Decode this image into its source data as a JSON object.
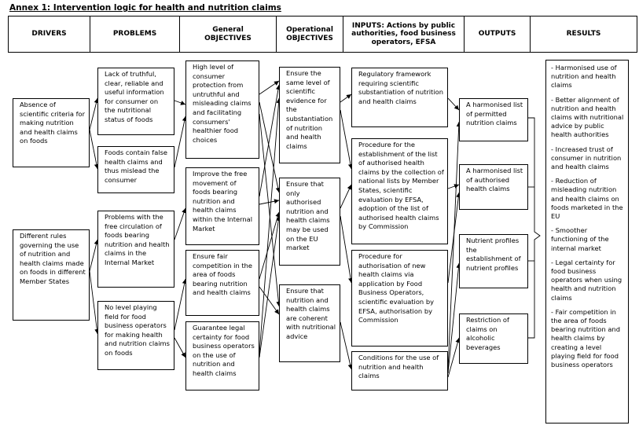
{
  "title": "Annex 1: Intervention logic for health and nutrition claims",
  "headers": {
    "drivers": "DRIVERS",
    "problems": "PROBLEMS",
    "general": "General OBJECTIVES",
    "operational": "Operational OBJECTIVES",
    "inputs": "INPUTS: Actions by public authorities, food business operators, EFSA",
    "outputs": "OUTPUTS",
    "results": "RESULTS"
  },
  "drivers": [
    "Absence of scientific criteria for making nutrition and health claims on foods",
    "Different rules governing the use of nutrition and health claims made on foods in different Member States"
  ],
  "problems": [
    "Lack of truthful, clear, reliable and useful information for consumer on the nutritional status of foods",
    "Foods contain false health claims and thus mislead the consumer",
    "Problems with the free circulation of foods bearing nutrition and health claims in the Internal Market",
    "No level playing field for food business operators for making health and nutrition claims on foods"
  ],
  "general_objectives": [
    "High level of consumer protection from untruthful and misleading claims and facilitating consumers' healthier food choices",
    "Improve the free movement of foods bearing nutrition and health claims within the Internal Market",
    "Ensure fair competition in the area of foods bearing nutrition and health claims",
    "Guarantee legal certainty for food business operators on the use of nutrition and health claims"
  ],
  "operational_objectives": [
    "Ensure the same level of scientific evidence for the substantiation of nutrition and health claims",
    "Ensure that only authorised nutrition and health claims may be used on the EU market",
    "Ensure that nutrition and health claims are coherent with nutritional advice"
  ],
  "inputs": [
    "Regulatory framework requiring scientific substantiation of nutrition and health claims",
    "Procedure for the establishment of the list of authorised health claims by the collection of national lists by Member States, scientific evaluation by EFSA, adoption of the list of authorised health claims by Commission",
    "Procedure for authorisation of new health claims via application by Food Business Operators, scientific evaluation by EFSA, authorisation by Commission",
    "Conditions for the use of nutrition and health claims"
  ],
  "outputs": [
    "A harmonised list of permitted nutrition claims",
    "A harmonised list of authorised health claims",
    "Nutrient profiles the establishment of nutrient profiles",
    "Restriction of claims on alcoholic beverages"
  ],
  "results": [
    "- Harmonised use of nutrition and health claims",
    "- Better alignment of nutrition and health claims with nutritional advice by public health authorities",
    "- Increased trust of consumer in nutrition and health claims",
    "- Reduction of misleading nutrition and health claims on foods marketed in the EU",
    "- Smoother functioning of the internal market",
    "- Legal certainty for food business operators when using health and nutrition claims",
    "- Fair competition in the area of foods bearing nutrition and health claims by creating a level playing field for food business operators"
  ]
}
